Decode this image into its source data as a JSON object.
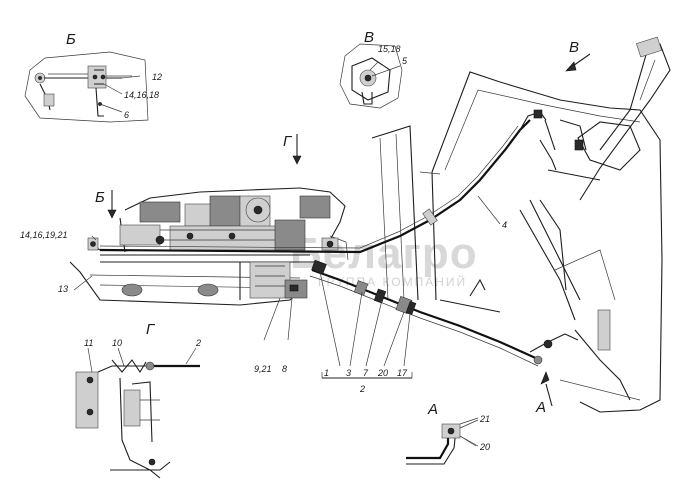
{
  "views": {
    "b": "Б",
    "v": "В",
    "v_arrow": "В",
    "g": "Г",
    "g_arrow": "Г",
    "b_arrow": "Б",
    "a": "А",
    "a_arrow": "А"
  },
  "callouts": {
    "b_12": "12",
    "b_14_16_18": "14,16,18",
    "b_6": "6",
    "v_15_18": "15,18",
    "v_5": "5",
    "main_4": "4",
    "main_14_16_19_21": "14,16,19,21",
    "main_13": "13",
    "main_9_21": "9,21",
    "main_8": "8",
    "main_1": "1",
    "main_3": "3",
    "main_7": "7",
    "main_20": "20",
    "main_17": "17",
    "main_2": "2",
    "g_11": "11",
    "g_10": "10",
    "g_2": "2",
    "a_21": "21",
    "a_20": "20"
  },
  "watermark": {
    "brand": "Белагро",
    "sub": "ГРУППА КОМПАНИЙ"
  }
}
